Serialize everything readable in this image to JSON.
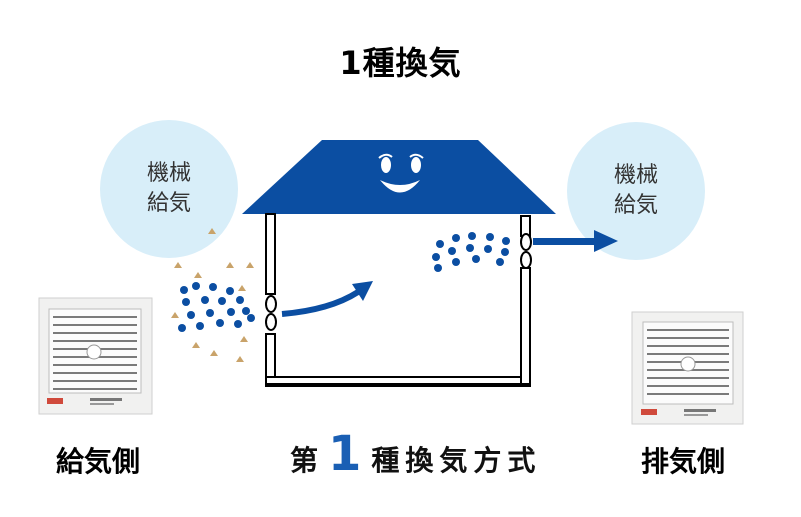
{
  "title": "1種換気",
  "bubble_supply": {
    "line1": "機械",
    "line2": "給気"
  },
  "bubble_exhaust": {
    "line1": "機械",
    "line2": "給気"
  },
  "label_supply_side": "給気側",
  "label_exhaust_side": "排気側",
  "method": {
    "prefix": "第",
    "number": "1",
    "suffix": "種換気方式"
  },
  "colors": {
    "roof": "#0b4ea2",
    "bubble": "#d8eef9",
    "dots": "#0b4ea2",
    "dust": "#c9a36a"
  },
  "icons": [
    "vent-fan-icon",
    "arrow-icon",
    "air-dots-icon",
    "smiley-face-icon"
  ]
}
